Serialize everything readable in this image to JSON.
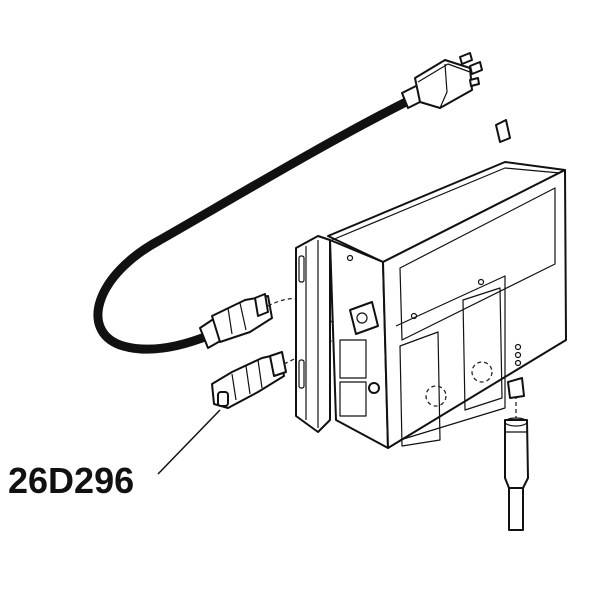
{
  "diagram": {
    "type": "exploded-view technical illustration",
    "callouts": [
      {
        "id": "connector",
        "label": "26D296"
      }
    ],
    "components": [
      {
        "name": "power-cord-plug",
        "description": "3-prong AC wall plug"
      },
      {
        "name": "power-cord",
        "description": "black cord looping from plug to IEC connector"
      },
      {
        "name": "iec-connector",
        "description": "cord-end connector plugging into enclosure inlet"
      },
      {
        "name": "connector-26D296",
        "description": "second connector plugging into enclosure"
      },
      {
        "name": "enclosure",
        "description": "control box with mounting bracket, panels and indicator lights"
      },
      {
        "name": "bottom-cable",
        "description": "round cable connector attaching to bottom of enclosure"
      }
    ],
    "colors": {
      "line": "#111111",
      "background": "#ffffff"
    }
  }
}
